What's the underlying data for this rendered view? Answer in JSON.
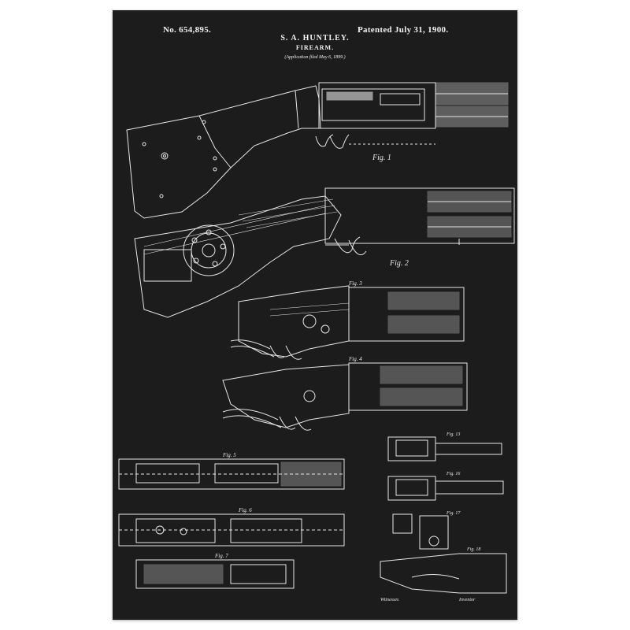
{
  "patent": {
    "number": "No. 654,895.",
    "date": "Patented July 31, 1900.",
    "inventor": "S. A. HUNTLEY.",
    "title": "FIREARM.",
    "filed": "(Application filed May 6, 1899.)"
  },
  "figures": {
    "fig1": "Fig. 1",
    "fig2": "Fig. 2",
    "fig3": "Fig. 3",
    "fig4": "Fig. 4",
    "fig5": "Fig. 5",
    "fig6": "Fig. 6",
    "fig7": "Fig. 7",
    "fig13": "Fig. 13",
    "fig16": "Fig. 16",
    "fig17": "Fig. 17",
    "fig18": "Fig. 18"
  },
  "signatures": {
    "witnesses": "Witnesses",
    "inventor": "Inventor"
  },
  "colors": {
    "background": "#1c1c1c",
    "line": "#e6e6e6",
    "frame": "#ffffff"
  }
}
